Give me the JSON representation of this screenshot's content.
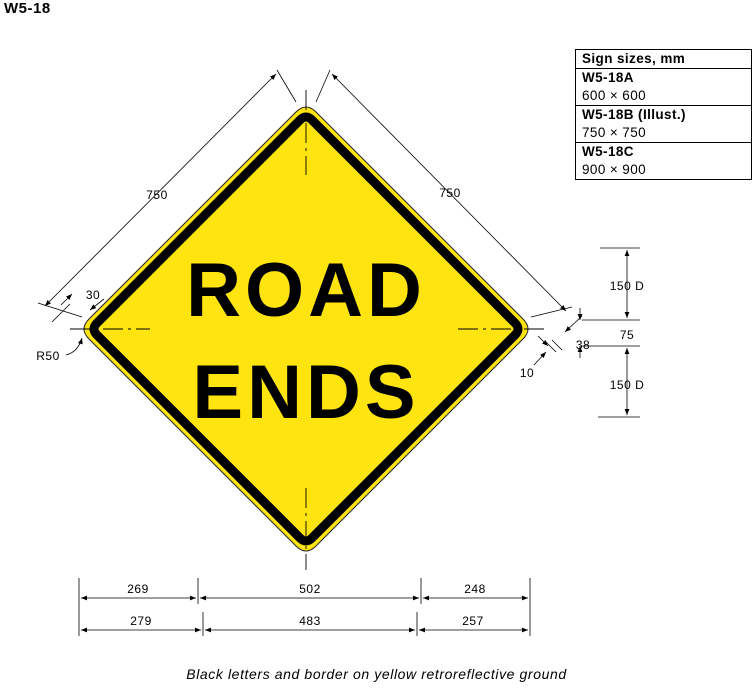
{
  "sign_code": "W5-18",
  "sizes_table": {
    "header": "Sign sizes, mm",
    "rows": [
      {
        "model": "W5-18A",
        "size": "600 × 600"
      },
      {
        "model": "W5-18B (Illust.)",
        "size": "750 × 750"
      },
      {
        "model": "W5-18C",
        "size": "900 × 900"
      }
    ]
  },
  "sign": {
    "line1": "ROAD",
    "line2": "ENDS",
    "colors": {
      "background": "#FFE40F",
      "border": "#000000",
      "legend": "#000000"
    }
  },
  "dimensions": {
    "side_left": "750",
    "side_right": "750",
    "border_offset": "30",
    "corner_radius": "R50",
    "border_width": "38",
    "edge_margin": "10",
    "upper_height": "150 D",
    "line_gap": "75",
    "lower_height": "150 D",
    "row1": [
      "269",
      "502",
      "248"
    ],
    "row2": [
      "279",
      "483",
      "257"
    ]
  },
  "caption": "Black letters and border on yellow retroreflective ground"
}
